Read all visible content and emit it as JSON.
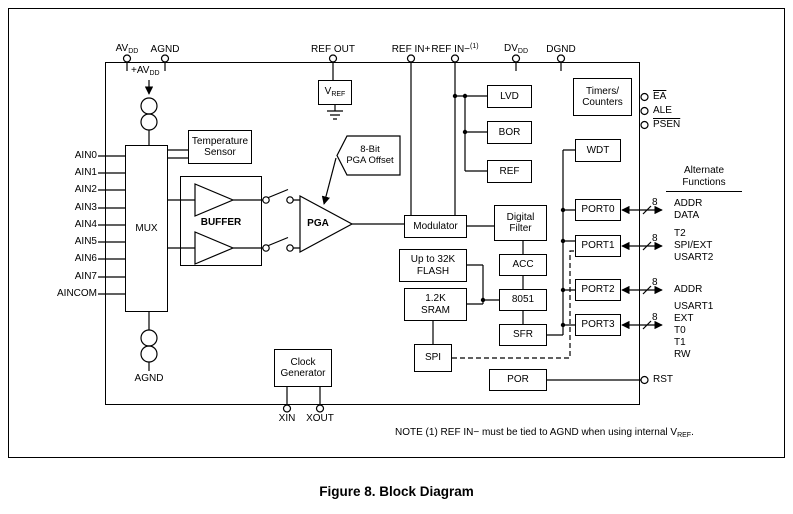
{
  "figure": {
    "caption": "Figure 8. Block Diagram",
    "note": {
      "prefix": "NOTE (1) REF IN− must be tied to AGND when using internal V",
      "sub": "REF",
      "suffix": "."
    }
  },
  "pins": {
    "top": [
      {
        "base": "AV",
        "sub": "DD"
      },
      {
        "base": "AGND"
      },
      {
        "base": "REF OUT"
      },
      {
        "base": "REF IN+"
      },
      {
        "base": "REF IN−",
        "sup": "(1)"
      },
      {
        "base": "DV",
        "sub": "DD"
      },
      {
        "base": "DGND"
      }
    ],
    "left": [
      "AIN0",
      "AIN1",
      "AIN2",
      "AIN3",
      "AIN4",
      "AIN5",
      "AIN6",
      "AIN7",
      "AINCOM"
    ],
    "bottom": [
      "XIN",
      "XOUT"
    ],
    "right": [
      {
        "label": "EA",
        "overline": true
      },
      {
        "label": "ALE",
        "overline": false
      },
      {
        "label": "PSEN",
        "overline": true
      },
      {
        "label": "RST",
        "overline": false
      }
    ]
  },
  "labels": {
    "avdd_internal": {
      "base": "+AV",
      "sub": "DD"
    },
    "agnd_internal": "AGND"
  },
  "blocks": {
    "mux": "MUX",
    "temperature_sensor": {
      "line1": "Temperature",
      "line2": "Sensor"
    },
    "buffer": "BUFFER",
    "pga": "PGA",
    "pga_offset": {
      "line1": "8-Bit",
      "line2": "PGA Offset"
    },
    "vref": {
      "base": "V",
      "sub": "REF"
    },
    "modulator": "Modulator",
    "digital_filter": {
      "line1": "Digital",
      "line2": "Filter"
    },
    "lvd": "LVD",
    "bor": "BOR",
    "ref": "REF",
    "timers_counters": {
      "line1": "Timers/",
      "line2": "Counters"
    },
    "wdt": "WDT",
    "port0": "PORT0",
    "port1": "PORT1",
    "port2": "PORT2",
    "port3": "PORT3",
    "flash": {
      "line1": "Up to 32K",
      "line2": "FLASH"
    },
    "sram": {
      "line1": "1.2K",
      "line2": "SRAM"
    },
    "acc": "ACC",
    "mcu": "8051",
    "sfr": "SFR",
    "spi": "SPI",
    "por": "POR",
    "clock_generator": {
      "line1": "Clock",
      "line2": "Generator"
    }
  },
  "alternate_functions": {
    "header": {
      "line1": "Alternate",
      "line2": "Functions"
    },
    "bus_width": "8",
    "port0": [
      "ADDR",
      "DATA"
    ],
    "port1": [
      "T2",
      "SPI/EXT",
      "USART2"
    ],
    "port2": [
      "ADDR"
    ],
    "port3": [
      "USART1",
      "EXT",
      "T0",
      "T1",
      "RW"
    ]
  }
}
